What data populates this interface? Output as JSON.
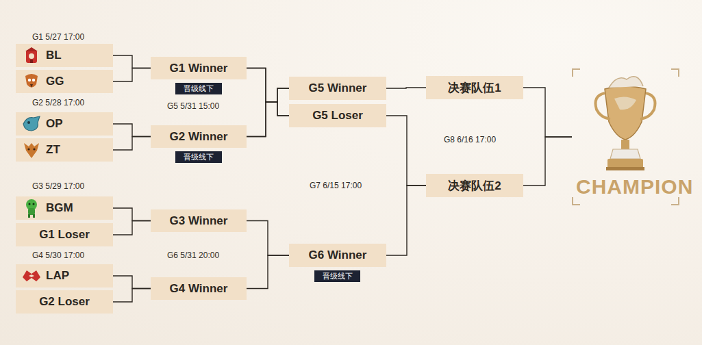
{
  "diagram": {
    "nodes": [
      {
        "text": [
          "BL"
        ]
      },
      {
        "text": [
          "GG"
        ]
      },
      {
        "text": [
          "OP"
        ]
      },
      {
        "text": [
          "ZT"
        ]
      },
      {
        "text": [
          "BGM"
        ]
      },
      {
        "text": [
          "G1 Loser"
        ]
      },
      {
        "text": [
          "LAP"
        ]
      },
      {
        "text": [
          "G2 Loser"
        ]
      },
      {
        "text": [
          "G1 Winner"
        ]
      },
      {
        "text": [
          "晋级线下"
        ]
      },
      {
        "text": [
          "G2 Winner"
        ]
      },
      {
        "text": [
          "晋级线下"
        ]
      },
      {
        "text": [
          "G3 Winner"
        ]
      },
      {
        "text": [
          "G4 Winner"
        ]
      },
      {
        "text": [
          "G5 Winner"
        ]
      },
      {
        "text": [
          "G5 Loser"
        ]
      },
      {
        "text": [
          "G6 Winner"
        ]
      },
      {
        "text": [
          "晋级线下"
        ]
      },
      {
        "text": [
          "决赛队伍1"
        ]
      },
      {
        "text": [
          "决赛队伍2"
        ]
      },
      {
        "text": [
          "CHAMPION"
        ]
      }
    ],
    "edges": [
      {
        "from": 0,
        "to": 8,
        "arrow": "none"
      },
      {
        "from": 1,
        "to": 8,
        "arrow": "none"
      },
      {
        "from": 2,
        "to": 10,
        "arrow": "none"
      },
      {
        "from": 3,
        "to": 10,
        "arrow": "none"
      },
      {
        "from": 4,
        "to": 12,
        "arrow": "none"
      },
      {
        "from": 5,
        "to": 12,
        "arrow": "none"
      },
      {
        "from": 6,
        "to": 13,
        "arrow": "none"
      },
      {
        "from": 7,
        "to": 13,
        "arrow": "none"
      },
      {
        "from": 8,
        "to": 14,
        "arrow": "none"
      },
      {
        "from": 8,
        "to": 15,
        "arrow": "none"
      },
      {
        "from": 10,
        "to": 14,
        "arrow": "none"
      },
      {
        "from": 10,
        "to": 15,
        "arrow": "none"
      },
      {
        "from": 12,
        "to": 16,
        "arrow": "none"
      },
      {
        "from": 13,
        "to": 16,
        "arrow": "none"
      },
      {
        "from": 14,
        "to": 18,
        "arrow": "none"
      },
      {
        "from": 15,
        "to": 19,
        "arrow": "none"
      },
      {
        "from": 16,
        "to": 19,
        "arrow": "none"
      },
      {
        "from": 18,
        "to": 20,
        "arrow": "none"
      },
      {
        "from": 19,
        "to": 20,
        "arrow": "none"
      }
    ],
    "labels": [
      "G1 5/27 17:00",
      "G2 5/28 17:00",
      "G3 5/29 17:00",
      "G4 5/30 17:00",
      "G5 5/31 15:00",
      "G6 5/31 20:00",
      "G7 6/15 17:00",
      "G8 6/16 17:00"
    ]
  }
}
